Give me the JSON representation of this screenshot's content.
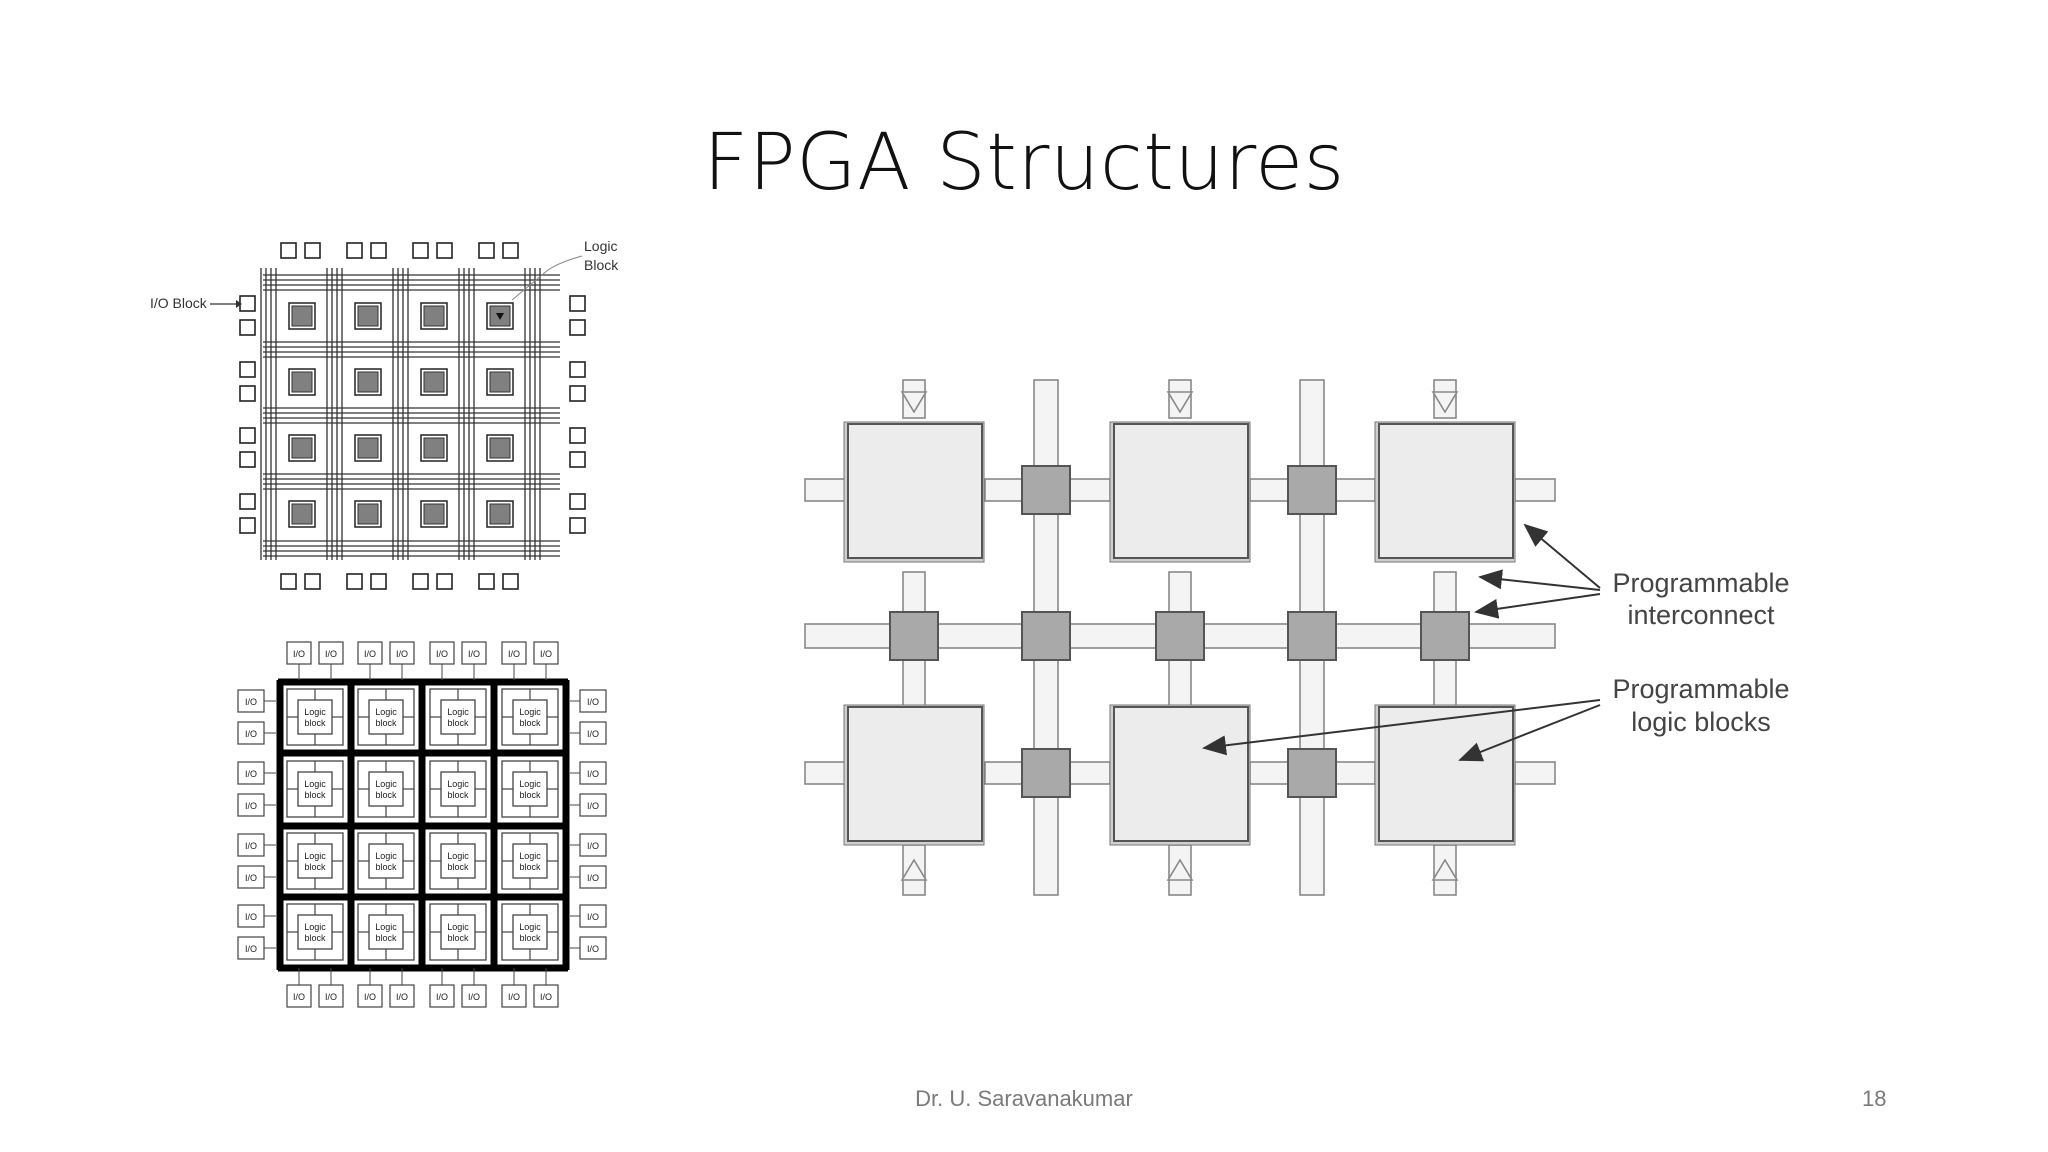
{
  "slide": {
    "title": "FPGA Structures",
    "author": "Dr. U. Saravanakumar",
    "page_number": "18"
  },
  "diagram_a": {
    "io_label": "I/O Block",
    "logic_label_line1": "Logic",
    "logic_label_line2": "Block"
  },
  "diagram_b": {
    "io_text": "I/O",
    "logic_line1": "Logic",
    "logic_line2": "block"
  },
  "diagram_c": {
    "label1_line1": "Programmable",
    "label1_line2": "interconnect",
    "label2_line1": "Programmable",
    "label2_line2": "logic blocks"
  },
  "colors": {
    "block_fill": "#808080",
    "big_block_fill": "#ececec",
    "switch_fill": "#a9a9a9",
    "footer_text": "#7a7a7a"
  }
}
